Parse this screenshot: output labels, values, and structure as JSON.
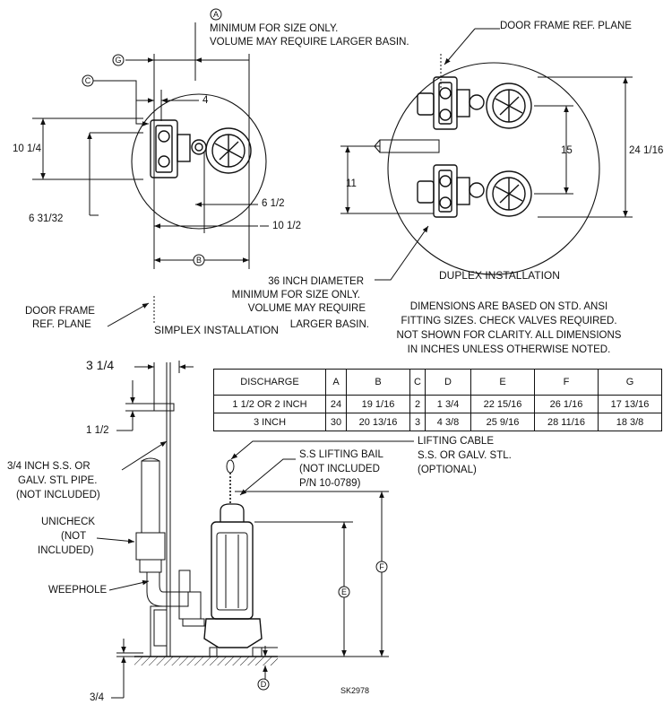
{
  "callouts": {
    "A": "A",
    "B": "B",
    "C": "C",
    "D": "D",
    "E": "E",
    "F": "F",
    "G": "G"
  },
  "simplex": {
    "note_line1": "MINIMUM FOR SIZE ONLY.",
    "note_line2": "VOLUME MAY REQUIRE LARGER BASIN.",
    "dim_4": "4",
    "dim_10_1_4": "10 1/4",
    "dim_6_31_32": "6 31/32",
    "dim_6_1_2": "6 1/2",
    "dim_10_1_2": "10 1/2",
    "door_frame_line1": "DOOR FRAME",
    "door_frame_line2": "REF. PLANE",
    "caption": "SIMPLEX INSTALLATION"
  },
  "duplex": {
    "door_frame": "DOOR FRAME REF. PLANE",
    "dim_15": "15",
    "dim_24_1_16": "24 1/16",
    "dim_11": "11",
    "diameter_line1": "36 INCH DIAMETER",
    "diameter_line2": "MINIMUM FOR SIZE ONLY.",
    "diameter_line3": "VOLUME MAY REQUIRE",
    "diameter_line4": "LARGER BASIN.",
    "caption": "DUPLEX INSTALLATION"
  },
  "notes": {
    "line1": "DIMENSIONS ARE BASED ON STD. ANSI",
    "line2": "FITTING SIZES. CHECK VALVES REQUIRED.",
    "line3": "NOT SHOWN FOR CLARITY. ALL DIMENSIONS",
    "line4": "IN INCHES UNLESS OTHERWISE NOTED."
  },
  "table": {
    "headers": [
      "DISCHARGE",
      "A",
      "B",
      "C",
      "D",
      "E",
      "F",
      "G"
    ],
    "rows": [
      [
        "1 1/2 OR 2 INCH",
        "24",
        "19 1/16",
        "2",
        "1 3/4",
        "22 15/16",
        "26 1/16",
        "17 13/16"
      ],
      [
        "3 INCH",
        "30",
        "20 13/16",
        "3",
        "4 3/8",
        "25 9/16",
        "28 11/16",
        "18 3/8"
      ]
    ]
  },
  "elevation": {
    "dim_3_1_4": "3 1/4",
    "dim_1_1_2": "1 1/2",
    "dim_3_4": "3/4",
    "pipe_line1": "3/4 INCH S.S. OR",
    "pipe_line2": "GALV. STL PIPE.",
    "pipe_line3": "(NOT INCLUDED)",
    "unicheck_line1": "UNICHECK",
    "unicheck_line2": "(NOT",
    "unicheck_line3": "INCLUDED)",
    "weephole": "WEEPHOLE",
    "bail_line1": "S.S LIFTING BAIL",
    "bail_line2": "(NOT INCLUDED",
    "bail_line3": "P/N 10-0789)",
    "cable_line1": "LIFTING CABLE",
    "cable_line2": "S.S. OR GALV. STL.",
    "cable_line3": "(OPTIONAL)",
    "drawing_no": "SK2978"
  }
}
